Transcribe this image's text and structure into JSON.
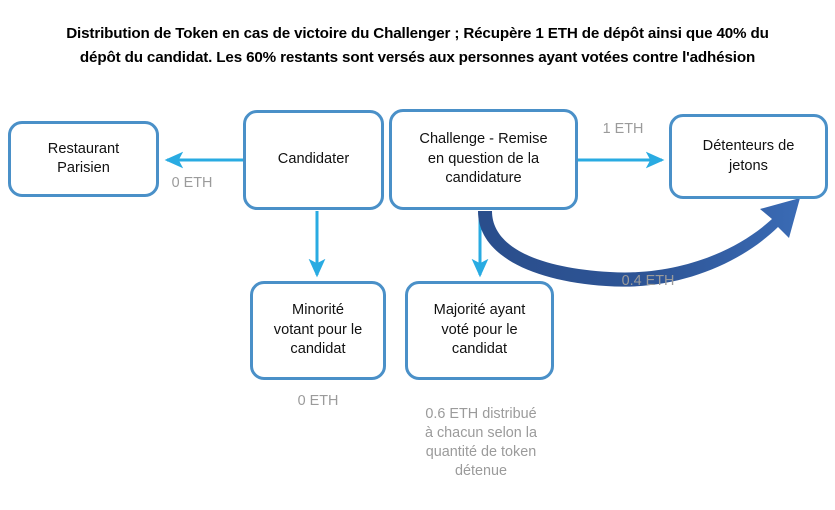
{
  "title": {
    "line1": "Distribution de Token en cas de victoire du Challenger ; Récupère 1 ETH de dépôt ainsi que 40% du",
    "line2": "dépôt du candidat. Les 60% restants sont versés aux personnes ayant votées contre l'adhésion"
  },
  "colors": {
    "box_border": "#4A90C8",
    "arrow_cyan": "#29ABE2",
    "arrow_dark_blue": "#2E5596",
    "label_gray": "#9B9B9B",
    "text_black": "#111111",
    "background": "#FFFFFF"
  },
  "nodes": {
    "restaurant": {
      "label": "Restaurant\nParisien"
    },
    "candidater": {
      "label": "Candidater"
    },
    "challenge": {
      "label": "Challenge - Remise\nen question de la\ncandidature"
    },
    "detenteurs": {
      "label": "Détenteurs de\njetons"
    },
    "minorite": {
      "label": "Minorité\nvotant pour le\ncandidat"
    },
    "majorite": {
      "label": "Majorité ayant\nvoté pour le\ncandidat"
    }
  },
  "edges": {
    "candidater_to_restaurant": {
      "label": "0 ETH"
    },
    "challenge_to_detenteurs": {
      "label": "1 ETH"
    },
    "challenge_curve_to_detenteurs": {
      "label": "0.4 ETH"
    },
    "candidater_to_minorite": {
      "label": "0 ETH"
    },
    "challenge_to_majorite": {
      "label": "0.6 ETH distribué\nà chacun selon la\nquantité de token\ndétenue"
    }
  }
}
